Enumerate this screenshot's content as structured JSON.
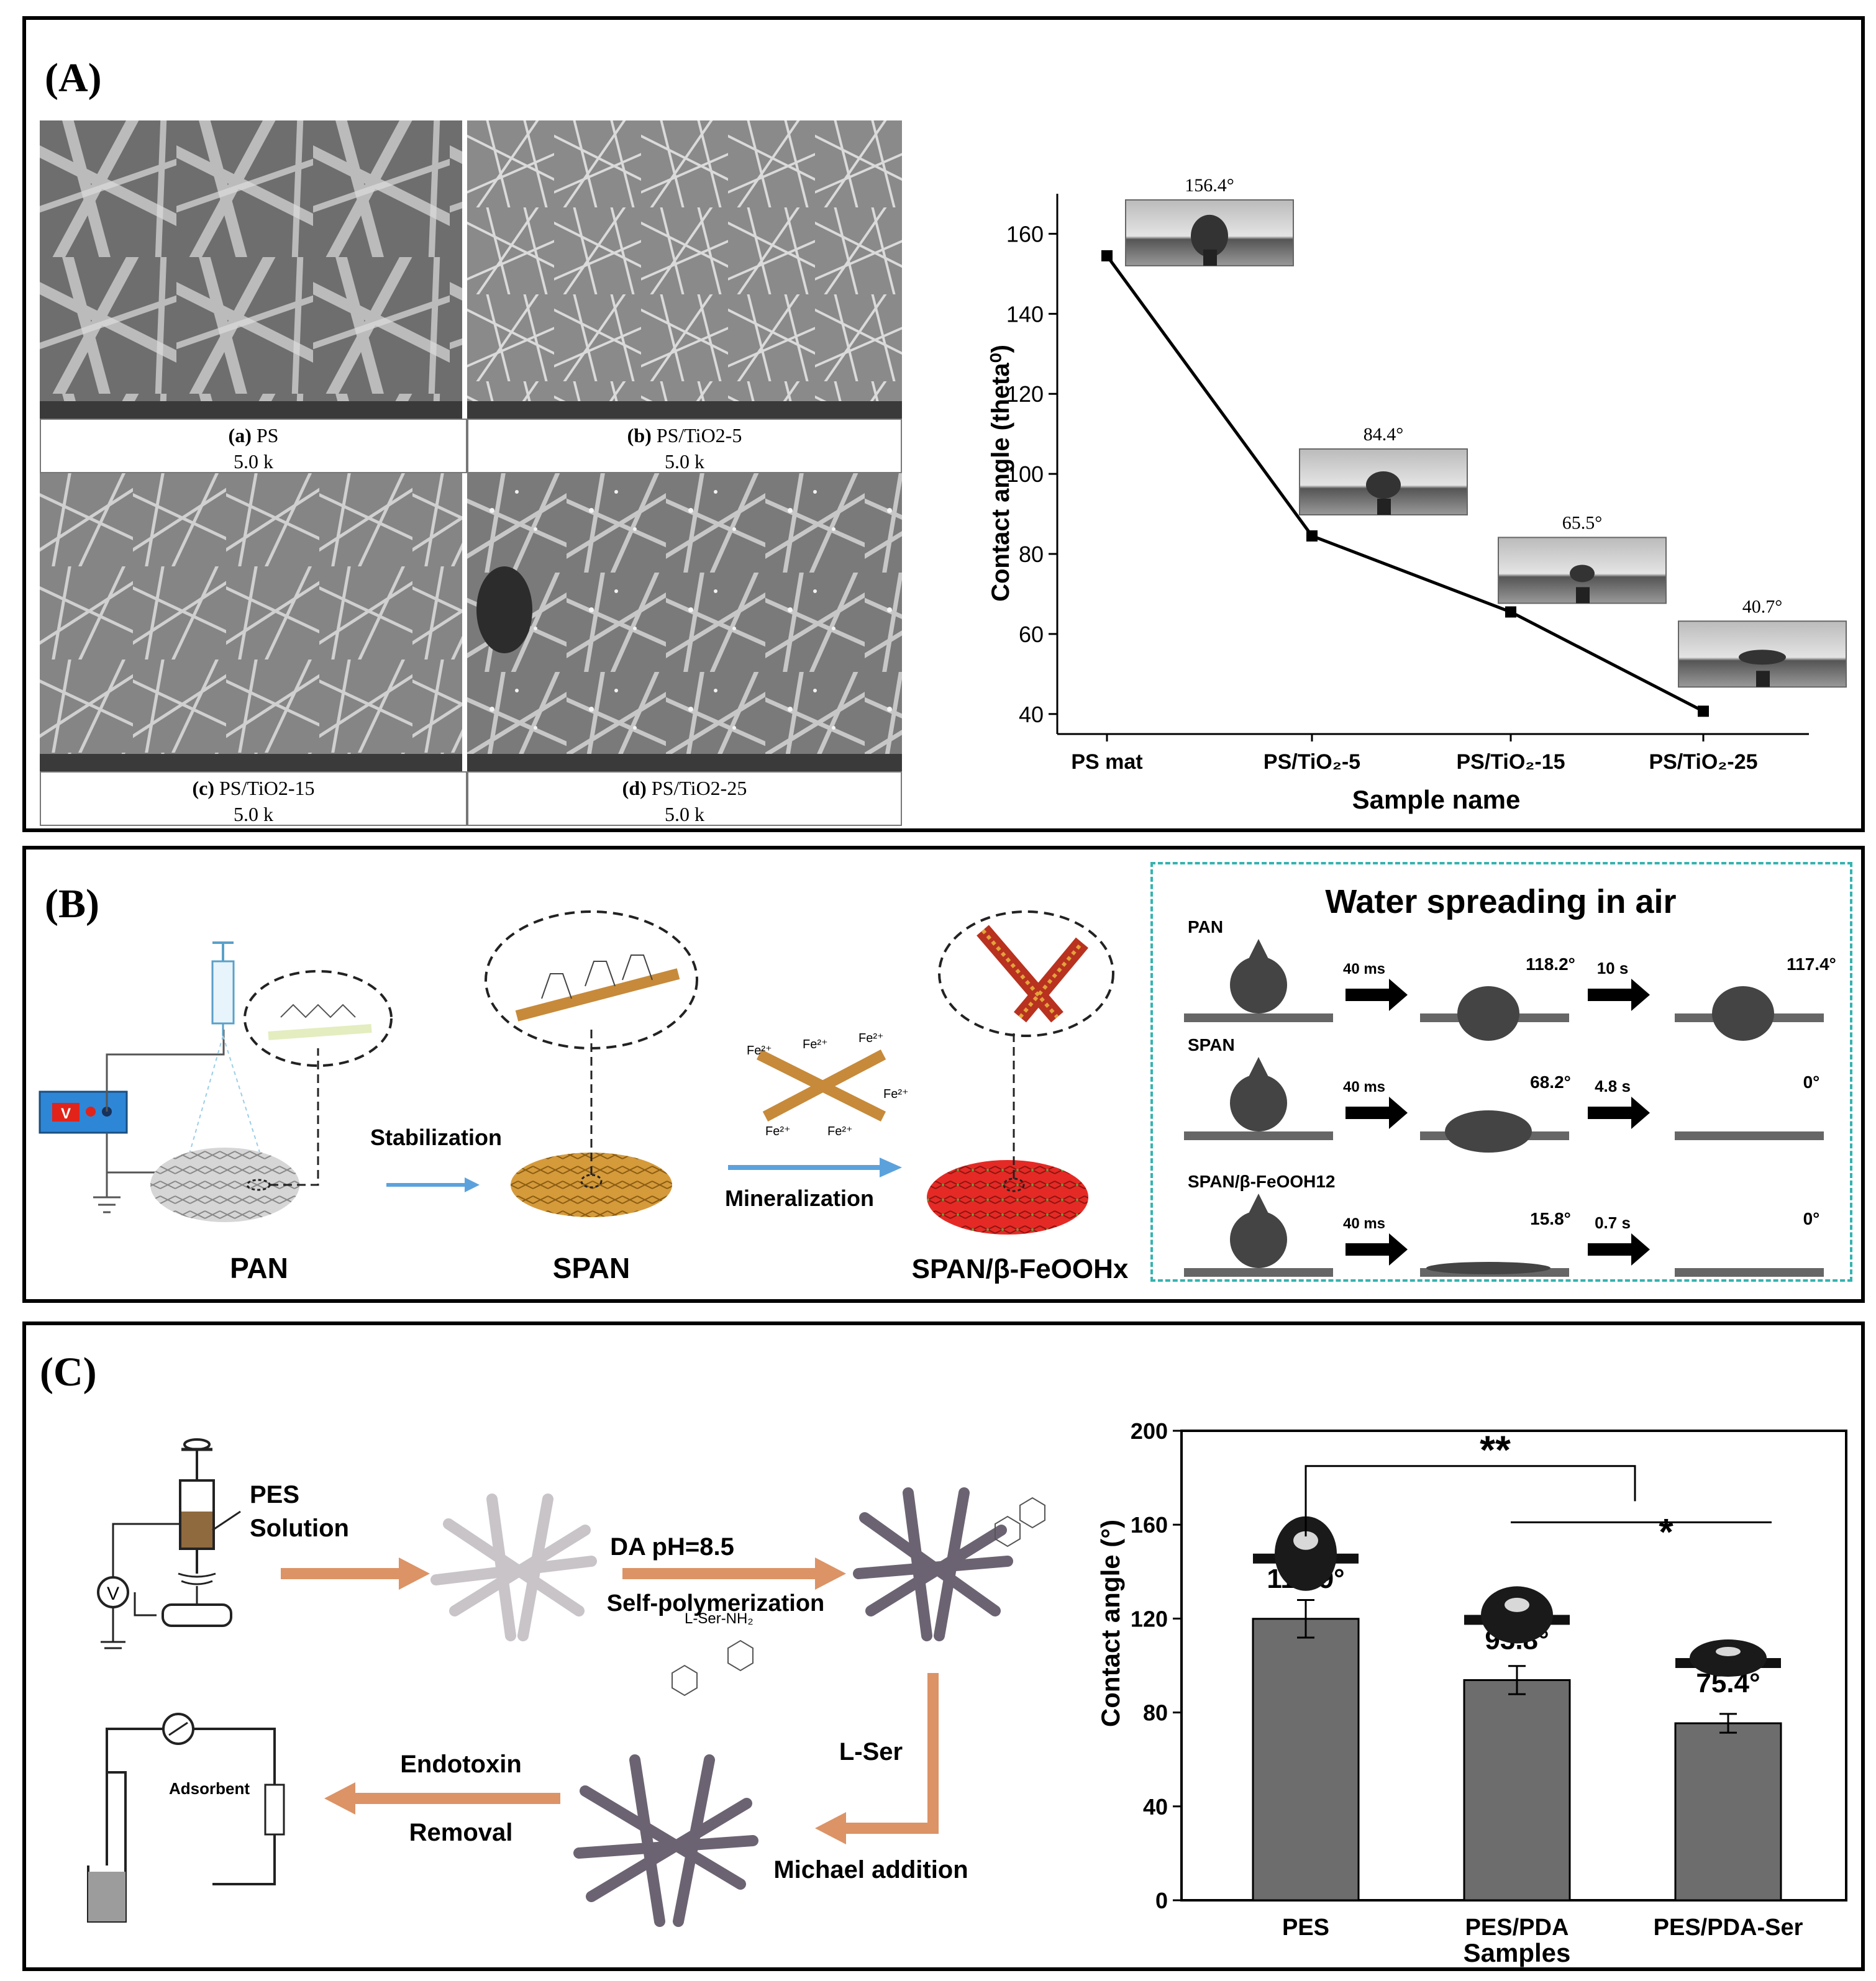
{
  "panel_a": {
    "label": "(A)",
    "sem_images": [
      {
        "tag": "(a)",
        "name": "PS",
        "mag": "5.0 k"
      },
      {
        "tag": "(b)",
        "name": "PS/TiO2-5",
        "mag": "5.0 k"
      },
      {
        "tag": "(c)",
        "name": "PS/TiO2-15",
        "mag": "5.0 k"
      },
      {
        "tag": "(d)",
        "name": "PS/TiO2-25",
        "mag": "5.0 k"
      }
    ]
  },
  "panel_b": {
    "label": "(B)",
    "schematic": {
      "stages": [
        "PAN",
        "SPAN",
        "SPAN/β-FeOOHx"
      ],
      "arrow1": "Stabilization",
      "arrow2": "Mineralization",
      "ion_labels": [
        "Fe²⁺",
        "Fe²⁺",
        "Fe²⁺",
        "Fe²⁺",
        "Fe²⁺",
        "Fe²⁺"
      ]
    },
    "spreading": {
      "title": "Water spreading in air",
      "rows": [
        {
          "name": "PAN",
          "t1": "40 ms",
          "a1": "118.2°",
          "t2": "10 s",
          "a2": "117.4°"
        },
        {
          "name": "SPAN",
          "t1": "40 ms",
          "a1": "68.2°",
          "t2": "4.8 s",
          "a2": "0°"
        },
        {
          "name": "SPAN/β-FeOOH12",
          "t1": "40 ms",
          "a1": "15.8°",
          "t2": "0.7 s",
          "a2": "0°"
        }
      ]
    }
  },
  "panel_c": {
    "label": "(C)",
    "schematic": {
      "solution": [
        "PES",
        "Solution"
      ],
      "step1": [
        "DA  pH=8.5",
        "Self-polymerization"
      ],
      "step2": [
        "L-Ser",
        "Michael addition"
      ],
      "step3": [
        "Endotoxin",
        "Removal"
      ],
      "adsorbent": "Adsorbent",
      "voltage": "V",
      "chem_label": "L-Ser-NH₂"
    }
  },
  "chart_data": [
    {
      "type": "line",
      "xlabel": "Sample name",
      "ylabel": "Contact angle (theta⁰)",
      "categories": [
        "PS mat",
        "PS/TiO₂-5",
        "PS/TiO₂-15",
        "PS/TiO₂-25"
      ],
      "values": [
        154.5,
        84.5,
        65.5,
        40.7
      ],
      "ylim": [
        35,
        170
      ],
      "yticks": [
        "40",
        "60",
        "80",
        "100",
        "120",
        "140",
        "160"
      ],
      "annotations": [
        "156.4°",
        "84.4°",
        "65.5°",
        "40.7°"
      ]
    },
    {
      "type": "bar",
      "xlabel": "Samples",
      "ylabel": "Contact angle (°)",
      "categories": [
        "PES",
        "PES/PDA",
        "PES/PDA-Ser"
      ],
      "values": [
        119.9,
        93.8,
        75.4
      ],
      "errors": [
        8,
        6,
        4
      ],
      "ylim": [
        0,
        200
      ],
      "yticks": [
        "0",
        "40",
        "80",
        "120",
        "160",
        "200"
      ],
      "value_labels": [
        "119.9°",
        "93.8°",
        "75.4°"
      ],
      "significance": [
        "**",
        "*"
      ]
    }
  ]
}
